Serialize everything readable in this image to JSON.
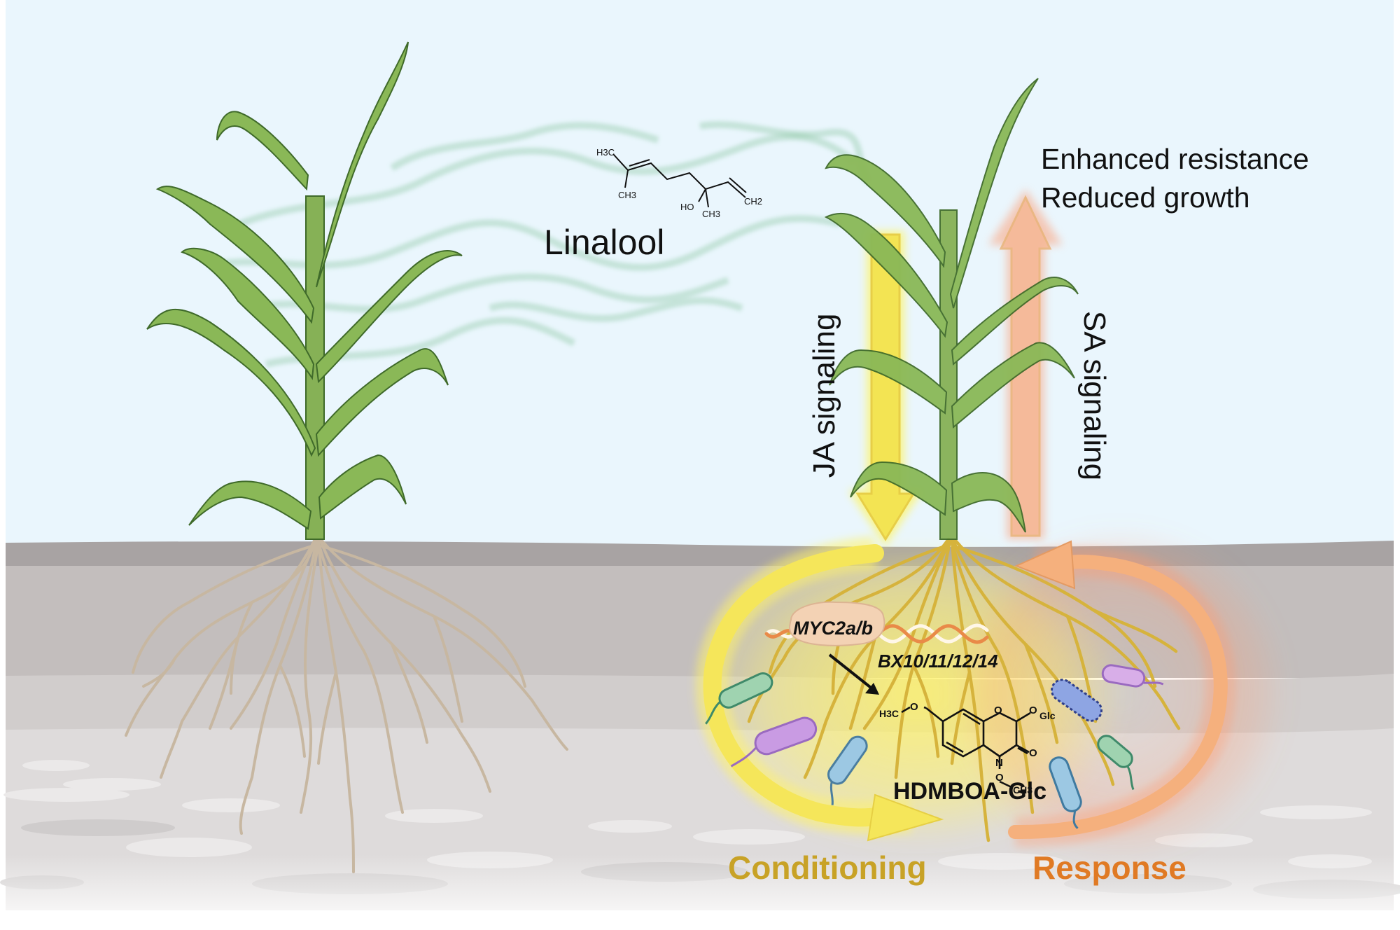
{
  "figure": {
    "molecule_name": "Linalool",
    "linalool_structure": {
      "groups": [
        "H3C",
        "CH3",
        "HO",
        "CH3",
        "CH2"
      ]
    },
    "outcome_lines": [
      "Enhanced resistance",
      "Reduced growth"
    ],
    "signals": {
      "ja": "JA signaling",
      "sa": "SA signaling"
    },
    "transcription_factor": "MYC2a/b",
    "genes": "BX10/11/12/14",
    "metabolite": {
      "name": "HDMBOA-Glc",
      "groups": [
        "H3C",
        "O",
        "O",
        "O",
        "Glc",
        "N",
        "O",
        "O",
        "CH3"
      ]
    },
    "phases": {
      "conditioning": "Conditioning",
      "response": "Response"
    },
    "colors": {
      "sky": "#eaf6fd",
      "leaf": "#8ab857",
      "leaf_stroke": "#3f6a2a",
      "root_plain": "#c8b8a4",
      "root_conditioned": "#d8b83a",
      "ja_arrow": "#f3e24a",
      "sa_arrow": "#f6b896",
      "conditioning_text": "#c8a226",
      "response_text": "#e07a24",
      "volatile_plume": "#7fbf95"
    },
    "microbes": [
      "green-bacterium",
      "purple-bacterium",
      "blue-bacterium",
      "navy-pili-bacterium",
      "lilac-bacterium",
      "green-bacterium-2",
      "teal-bacterium"
    ]
  }
}
